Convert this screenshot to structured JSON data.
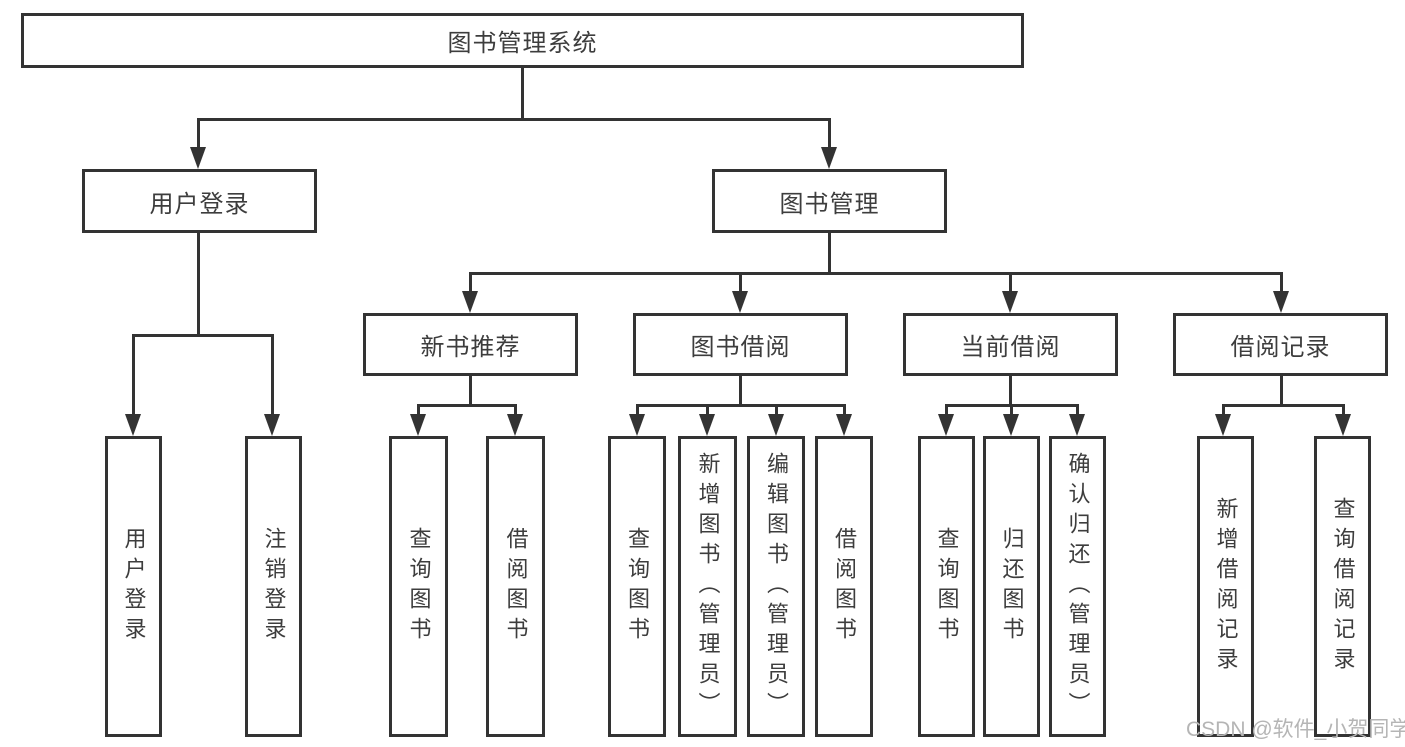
{
  "diagram": {
    "root": {
      "label": "图书管理系统"
    },
    "level1": {
      "user_login": {
        "label": "用户登录"
      },
      "book_management": {
        "label": "图书管理"
      }
    },
    "level2": {
      "new_book": {
        "label": "新书推荐"
      },
      "book_borrow": {
        "label": "图书借阅"
      },
      "current_borrow": {
        "label": "当前借阅"
      },
      "borrow_records": {
        "label": "借阅记录"
      }
    },
    "leaves": {
      "user": [
        "用户登录",
        "注销登录"
      ],
      "new_book": [
        "查询图书",
        "借阅图书"
      ],
      "book_borrow": [
        "查询图书",
        "新增图书（管理员）",
        "编辑图书（管理员）",
        "借阅图书"
      ],
      "current_borrow": [
        "查询图书",
        "归还图书",
        "确认归还（管理员）"
      ],
      "borrow_records": [
        "新增借阅记录",
        "查询借阅记录"
      ]
    }
  },
  "watermark": "CSDN @软件_小贺同学",
  "colors": {
    "line": "#333333",
    "text": "#3d3d3d",
    "watermark": "#b5b5b5"
  }
}
